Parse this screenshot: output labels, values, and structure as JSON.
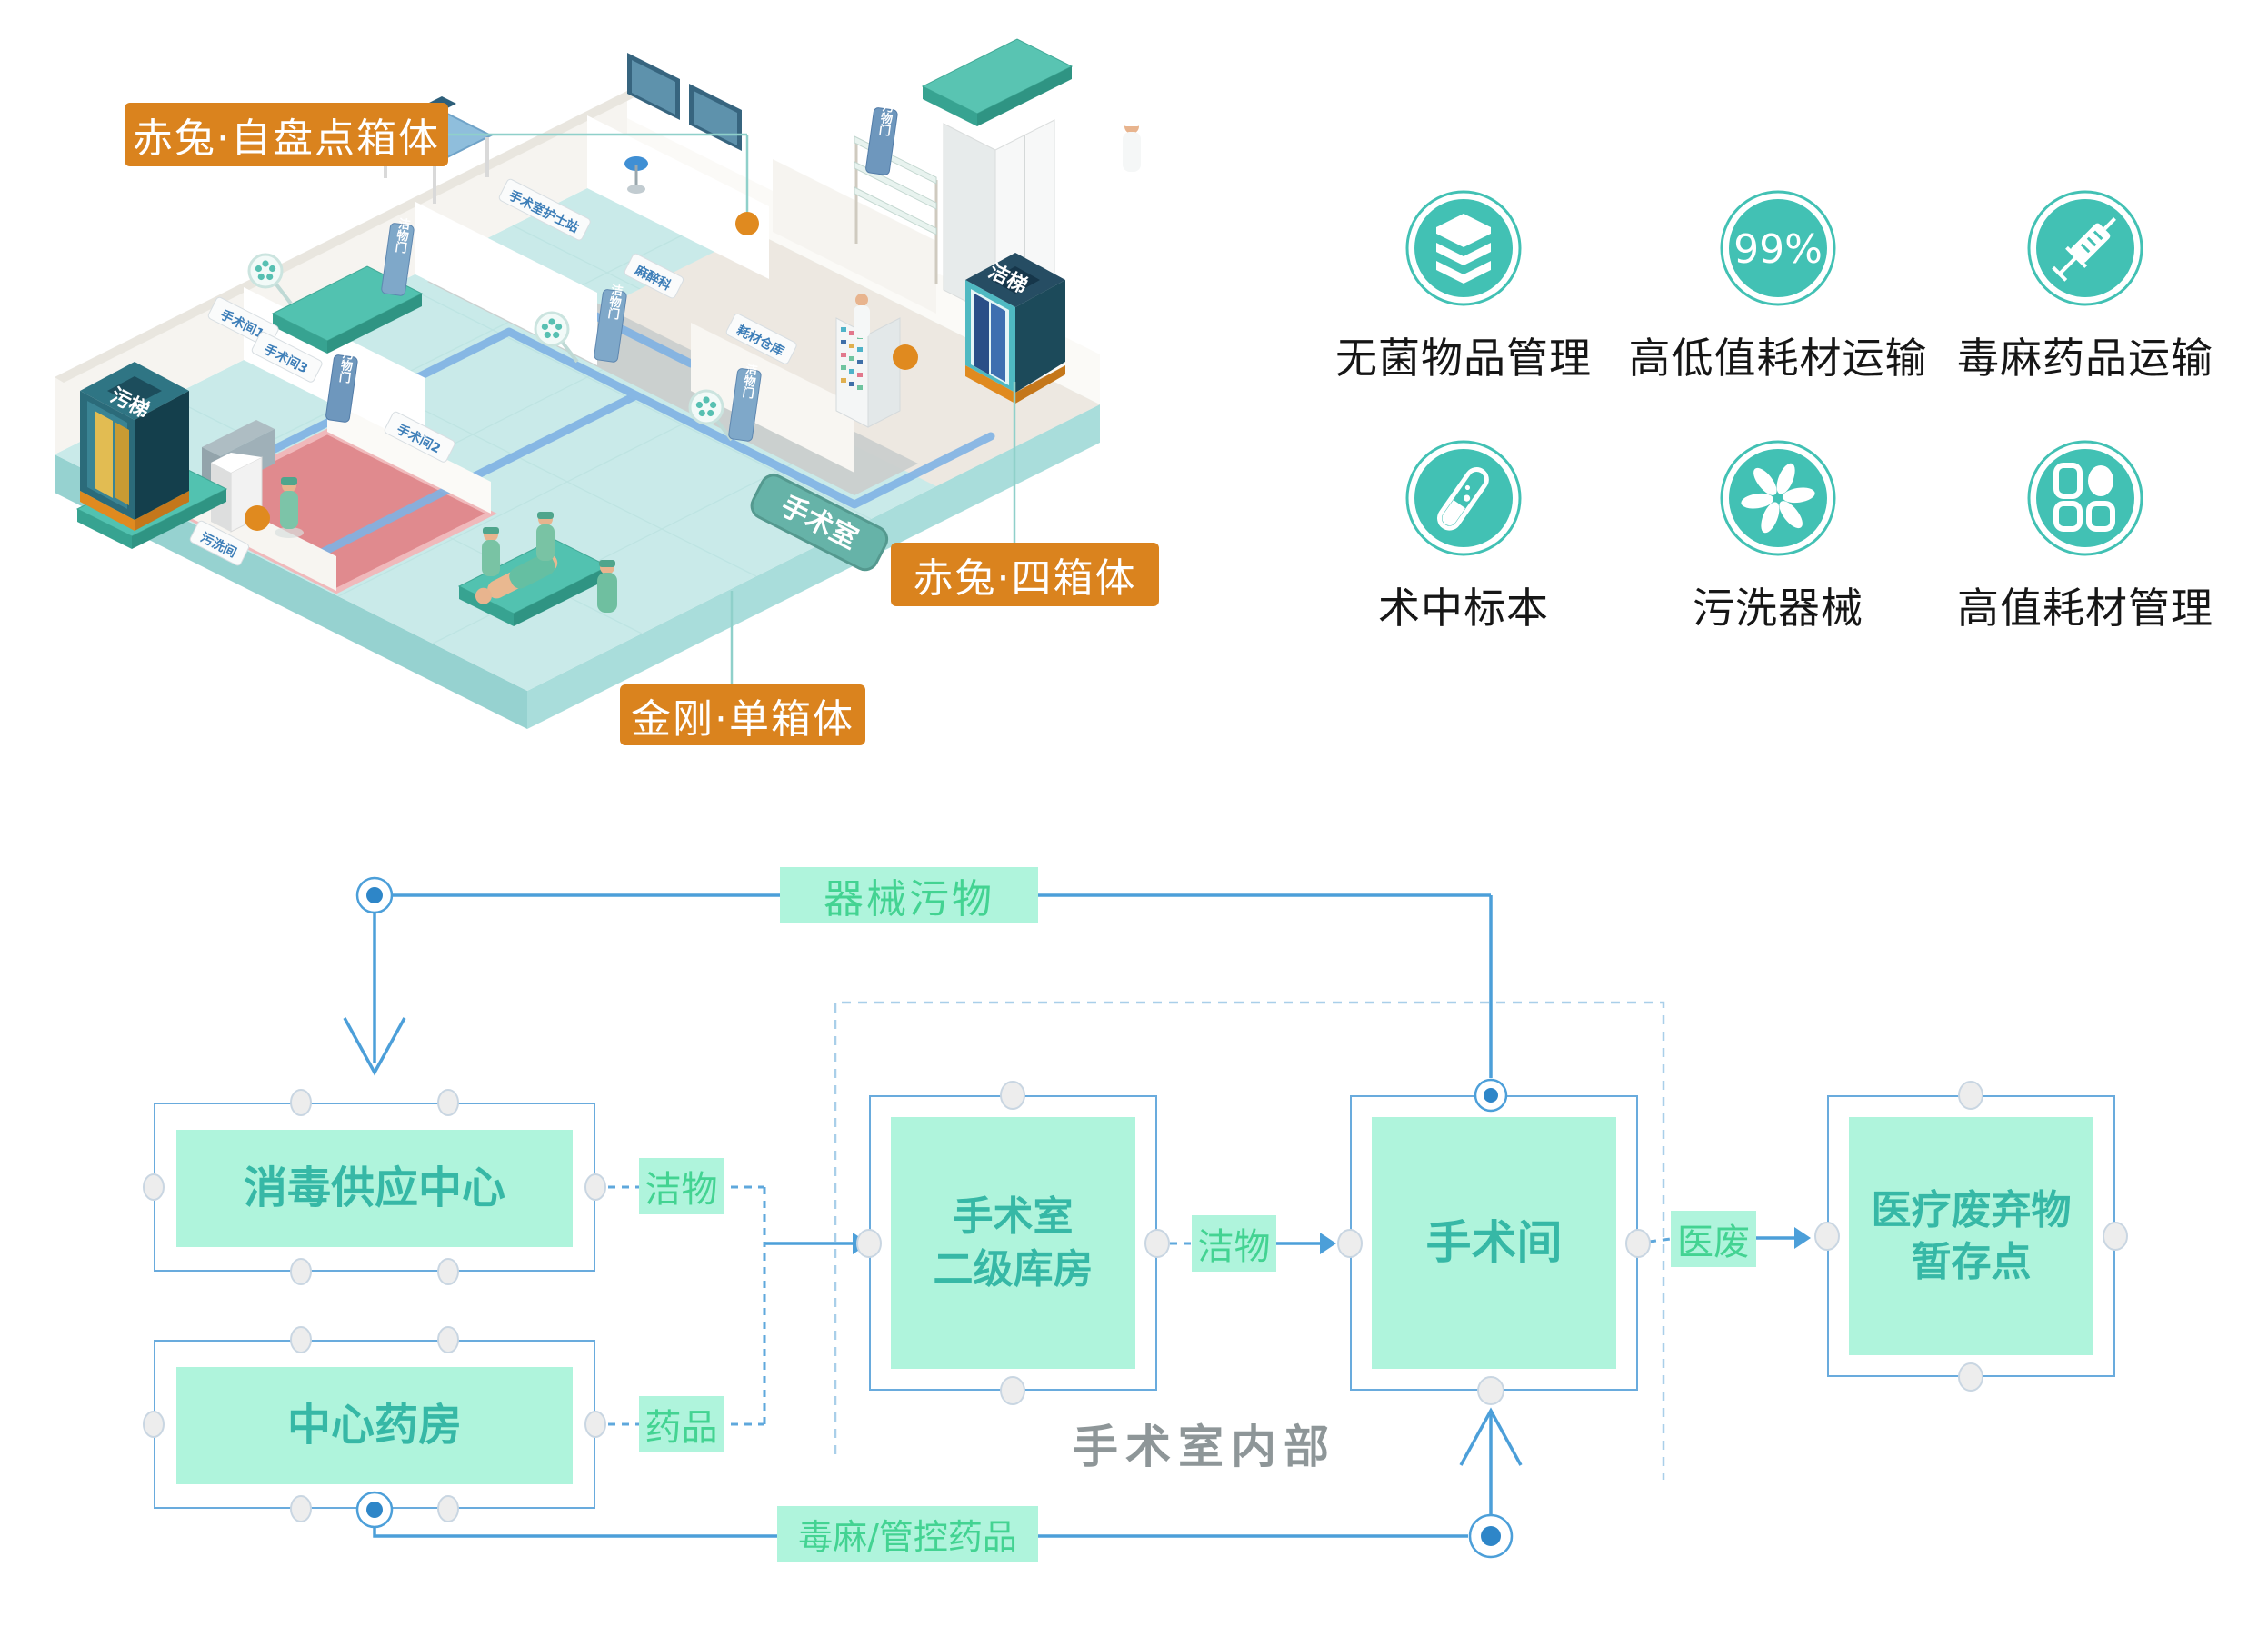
{
  "illustration": {
    "labels": {
      "self_counting_cabinet": "赤兔·自盘点箱体",
      "four_cabinet": "赤兔·四箱体",
      "single_cabinet": "金刚·单箱体"
    },
    "floor_sign": "手术室",
    "elevators": {
      "dirty": "污梯",
      "clean": "洁梯"
    },
    "wall_signs": {
      "nurse_station": "手术室护士站",
      "anesthesia": "麻醉科",
      "consumable_store": "耗材仓库",
      "or1": "手术间1",
      "or2": "手术间2",
      "or3": "手术间3",
      "wash_room": "污洗间"
    },
    "door_signs": {
      "clean_door": "洁物门",
      "dirty_door": "污物门"
    },
    "colors": {
      "orange": "#DA831E",
      "floor": "#C9EAE9",
      "red_room": "#E08A8E"
    }
  },
  "features": {
    "accent": "#42C1B4",
    "percent_badge": "99%",
    "items": [
      {
        "label": "无菌物品管理",
        "icon": "layers-icon"
      },
      {
        "label": "高低值耗材运输",
        "icon": "percent-badge-icon"
      },
      {
        "label": "毒麻药品运输",
        "icon": "syringe-icon"
      },
      {
        "label": "术中标本",
        "icon": "test-tube-icon"
      },
      {
        "label": "污洗器械",
        "icon": "fan-icon"
      },
      {
        "label": "高值耗材管理",
        "icon": "grid-icon"
      }
    ]
  },
  "flow": {
    "route_top_label": "器械污物",
    "route_bottom_label": "毒麻/管控药品",
    "container_label": "手术室内部",
    "boxes": [
      {
        "id": "cssd",
        "line1": "消毒供应中心",
        "line2": ""
      },
      {
        "id": "pharmacy",
        "line1": "中心药房",
        "line2": ""
      },
      {
        "id": "or-storeroom",
        "line1": "手术室",
        "line2": "二级库房"
      },
      {
        "id": "operating-room",
        "line1": "手术间",
        "line2": ""
      },
      {
        "id": "waste-point",
        "line1": "医疗废弃物",
        "line2": "暂存点"
      }
    ],
    "edge_labels": {
      "clean1": "洁物",
      "drug": "药品",
      "clean2": "洁物",
      "waste": "医废"
    },
    "colors": {
      "line": "#4C9FD9",
      "mint": "#AFF4DC",
      "green": "#43D392",
      "teal_text": "#36B8A6",
      "dashed_container": "#A9CFE9"
    }
  }
}
